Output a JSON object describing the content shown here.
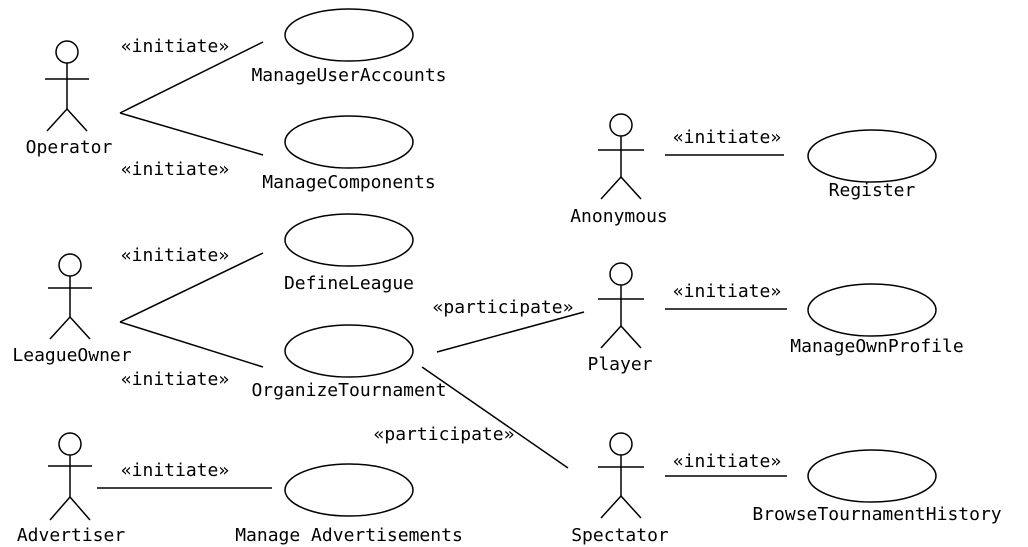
{
  "diagram": {
    "actors": {
      "operator": "Operator",
      "league_owner": "LeagueOwner",
      "advertiser": "Advertiser",
      "anonymous": "Anonymous",
      "player": "Player",
      "spectator": "Spectator"
    },
    "use_cases": {
      "manage_user_accounts": "ManageUserAccounts",
      "manage_components": "ManageComponents",
      "define_league": "DefineLeague",
      "organize_tournament": "OrganizeTournament",
      "manage_advertisements": "Manage Advertisements",
      "register": "Register",
      "manage_own_profile": "ManageOwnProfile",
      "browse_tournament_history": "BrowseTournamentHistory"
    },
    "relations": {
      "initiate": "«initiate»",
      "participate": "«participate»"
    }
  }
}
